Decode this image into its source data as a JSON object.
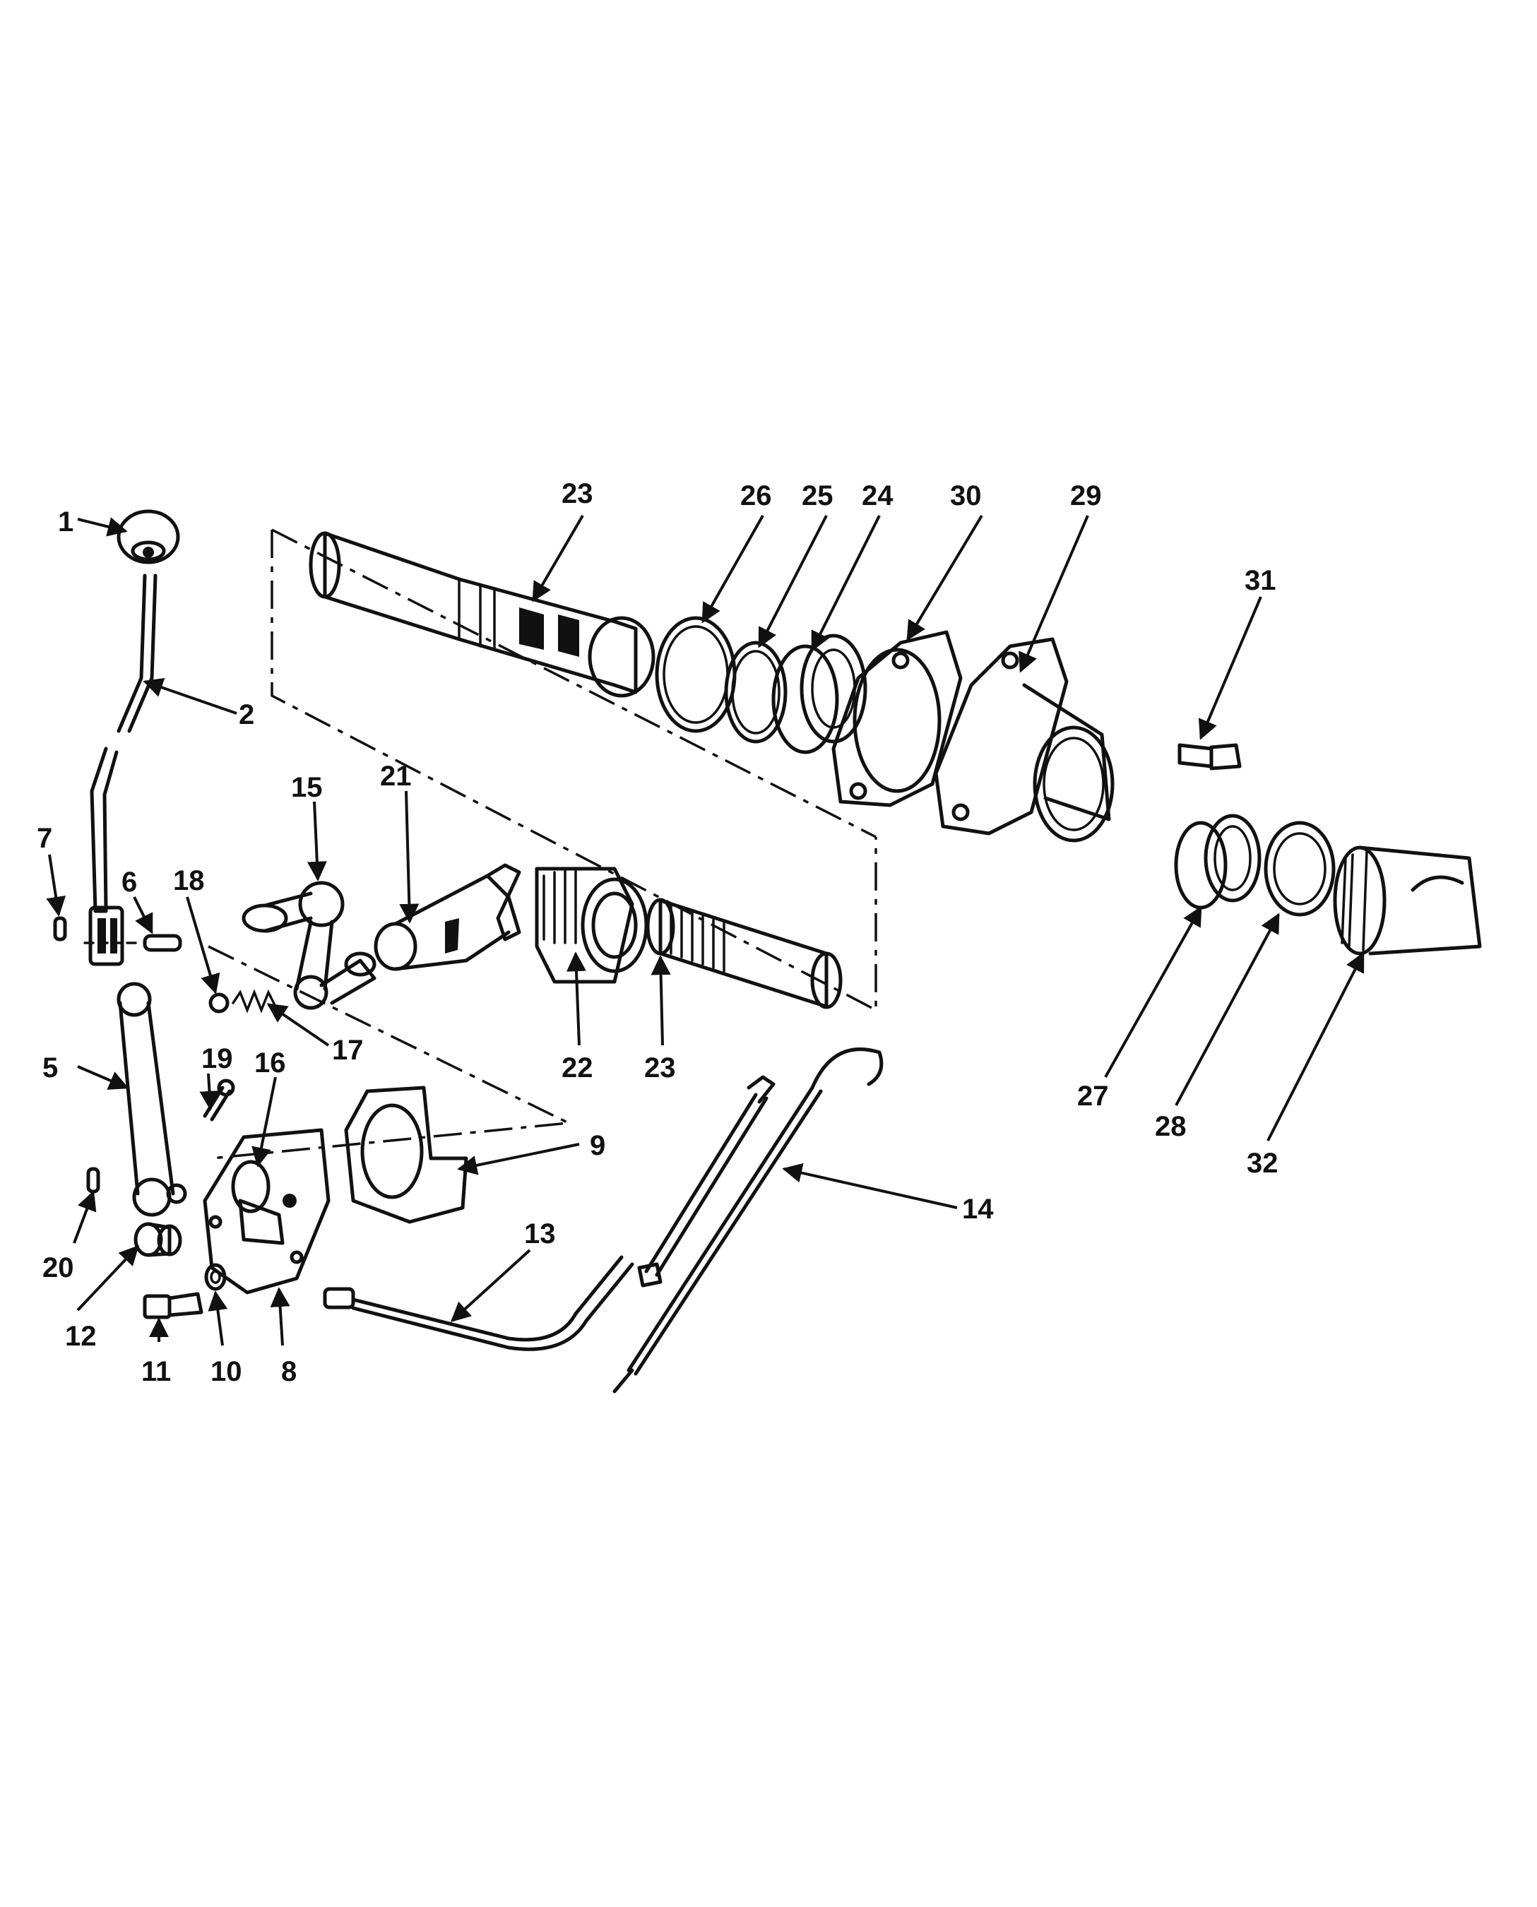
{
  "callouts": [
    {
      "id": "c1",
      "text": "1"
    },
    {
      "id": "c2",
      "text": "2"
    },
    {
      "id": "c5",
      "text": "5"
    },
    {
      "id": "c6",
      "text": "6"
    },
    {
      "id": "c7",
      "text": "7"
    },
    {
      "id": "c8",
      "text": "8"
    },
    {
      "id": "c9",
      "text": "9"
    },
    {
      "id": "c10",
      "text": "10"
    },
    {
      "id": "c11",
      "text": "11"
    },
    {
      "id": "c12",
      "text": "12"
    },
    {
      "id": "c13",
      "text": "13"
    },
    {
      "id": "c14",
      "text": "14"
    },
    {
      "id": "c15",
      "text": "15"
    },
    {
      "id": "c16",
      "text": "16"
    },
    {
      "id": "c17",
      "text": "17"
    },
    {
      "id": "c18",
      "text": "18"
    },
    {
      "id": "c19",
      "text": "19"
    },
    {
      "id": "c20",
      "text": "20"
    },
    {
      "id": "c21",
      "text": "21"
    },
    {
      "id": "c22",
      "text": "22"
    },
    {
      "id": "c23a",
      "text": "23"
    },
    {
      "id": "c23b",
      "text": "23"
    },
    {
      "id": "c24",
      "text": "24"
    },
    {
      "id": "c25",
      "text": "25"
    },
    {
      "id": "c26",
      "text": "26"
    },
    {
      "id": "c27",
      "text": "27"
    },
    {
      "id": "c28",
      "text": "28"
    },
    {
      "id": "c29",
      "text": "29"
    },
    {
      "id": "c30",
      "text": "30"
    },
    {
      "id": "c31",
      "text": "31"
    },
    {
      "id": "c32",
      "text": "32"
    }
  ]
}
